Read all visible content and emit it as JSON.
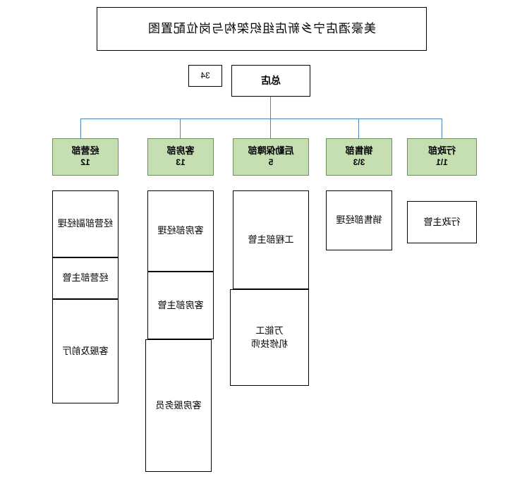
{
  "diagram": {
    "title": "美豪酒店宁乡新店组织架构与岗位配置图",
    "top": {
      "label": "总店",
      "count": "34"
    },
    "departments": [
      {
        "name": "经营部",
        "count": "12"
      },
      {
        "name": "客房部",
        "count": "13"
      },
      {
        "name": "后勤保障部",
        "count": "5"
      },
      {
        "name": "销售部",
        "count": "3\\3"
      },
      {
        "name": "行政部",
        "count": "1\\1"
      }
    ],
    "columns": [
      {
        "dept": "经营部",
        "nodes": [
          {
            "label": "经营部副经理"
          },
          {
            "label": "经营部主管"
          },
          {
            "label": "客服及前厅"
          }
        ]
      },
      {
        "dept": "客房部",
        "nodes": [
          {
            "label": "客房部经理"
          },
          {
            "label": "客房部主管"
          },
          {
            "label": "客房服务员"
          }
        ]
      },
      {
        "dept": "后勤保障部",
        "nodes": [
          {
            "label": "工程部主管"
          },
          {
            "label": "万能工\n机修技师"
          }
        ]
      },
      {
        "dept": "销售部",
        "nodes": [
          {
            "label": "销售部经理"
          }
        ]
      },
      {
        "dept": "行政部",
        "nodes": [
          {
            "label": "行政主管"
          }
        ]
      }
    ]
  },
  "colors": {
    "dept_fill": "#c5dfb3",
    "dept_border": "#6f8f5a",
    "connector": "#4a86b8",
    "box_border": "#000000",
    "background": "#ffffff"
  }
}
